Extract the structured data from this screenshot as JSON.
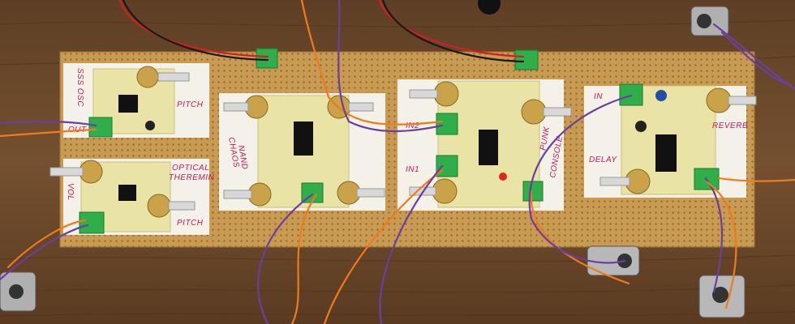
{
  "labels": {
    "sss_osc": "SSS OSC",
    "out1": "OUT",
    "pitch_top": "PITCH",
    "optical": "OPTICAL",
    "theremin": "THEREMIN",
    "vol": "VOL",
    "pitch_bottom": "PITCH",
    "chaos": "CHAOS",
    "nand": "NAND",
    "in1": "IN1",
    "in2": "IN2",
    "punk": "PUNK",
    "console": "CONSOLE",
    "in_delay": "IN",
    "delay": "DELAY",
    "reverb": "REVERB"
  },
  "colors": {
    "wood": "#6b4a2e",
    "stripboard": "#c89a52",
    "paper": "#f4f1e8",
    "module_pcb": "#e9e3a6",
    "terminal_green": "#2fae4a",
    "wire_orange": "#f07a1c",
    "wire_purple": "#6a3fa0",
    "wire_red": "#d21f1f",
    "wire_black": "#1a1a1a",
    "label_ink": "#c2185b"
  }
}
